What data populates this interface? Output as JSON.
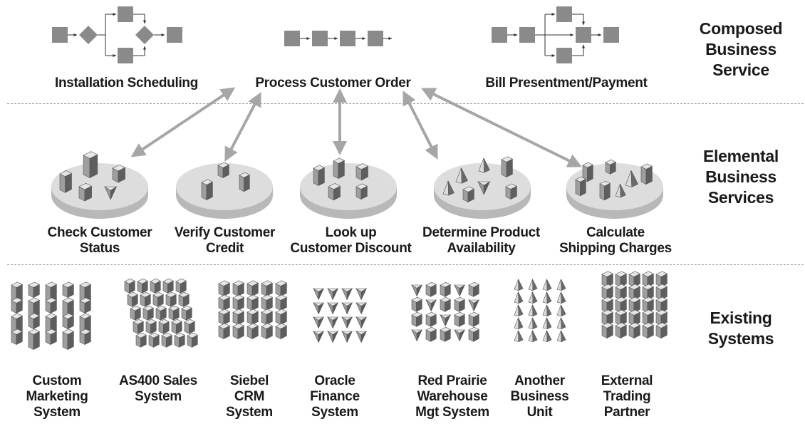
{
  "tiers": {
    "composed": [
      "Composed",
      "Business",
      "Service"
    ],
    "elemental": [
      "Elemental",
      "Business",
      "Services"
    ],
    "existing": [
      "Existing",
      "Systems"
    ]
  },
  "composed_services": [
    {
      "label": "Installation Scheduling"
    },
    {
      "label": "Process Customer Order"
    },
    {
      "label": "Bill Presentment/Payment"
    }
  ],
  "elemental_services": [
    {
      "lines": [
        "Check Customer",
        "Status"
      ]
    },
    {
      "lines": [
        "Verify Customer",
        "Credit"
      ]
    },
    {
      "lines": [
        "Look up",
        "Customer Discount"
      ]
    },
    {
      "lines": [
        "Determine Product",
        "Availability"
      ]
    },
    {
      "lines": [
        "Calculate",
        "Shipping Charges"
      ]
    }
  ],
  "existing_systems": [
    {
      "lines": [
        "Custom",
        "Marketing",
        "System"
      ],
      "icon": "building-cluster-icon"
    },
    {
      "lines": [
        "AS400 Sales",
        "System"
      ],
      "icon": "building-cluster-icon"
    },
    {
      "lines": [
        "Siebel",
        "CRM",
        "System"
      ],
      "icon": "cube-cluster-icon"
    },
    {
      "lines": [
        "Oracle",
        "Finance",
        "System"
      ],
      "icon": "pyramid-cluster-icon"
    },
    {
      "lines": [
        "Red Prairie",
        "Warehouse",
        "Mgt System"
      ],
      "icon": "mixed-shape-cluster-icon"
    },
    {
      "lines": [
        "Another",
        "Business",
        "Unit"
      ],
      "icon": "pyramid-cluster-icon"
    },
    {
      "lines": [
        "External",
        "Trading",
        "Partner"
      ],
      "icon": "building-cluster-icon"
    }
  ],
  "colors": {
    "box": "#8a8a8a",
    "arrow": "#a6a6a6",
    "disc_top": "#dddddd",
    "disc_side": "#b8b8b8",
    "divider": "#9a9a9a"
  }
}
